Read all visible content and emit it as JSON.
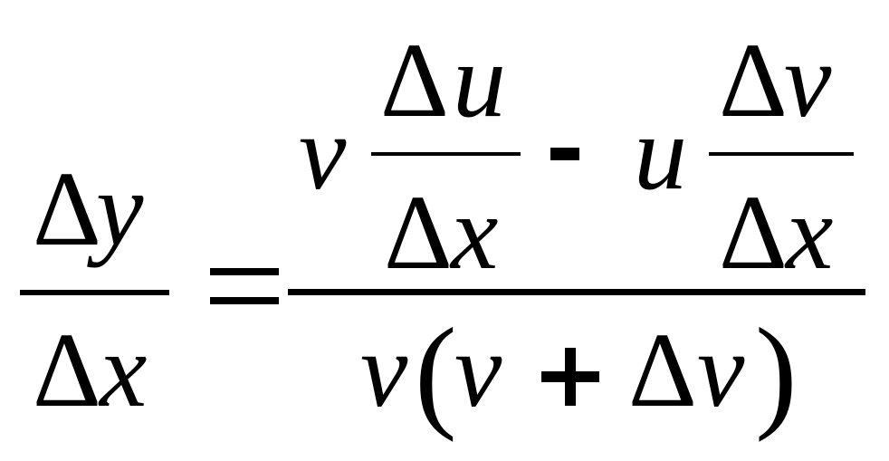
{
  "equation": {
    "lhs": {
      "numerator": {
        "delta": "Δ",
        "var": "y"
      },
      "denominator": {
        "delta": "Δ",
        "var": "x"
      }
    },
    "equals": "=",
    "rhs": {
      "numerator": {
        "term1": {
          "coef": "v",
          "frac_num": {
            "delta": "Δ",
            "var": "u"
          },
          "frac_den": {
            "delta": "Δ",
            "var": "x"
          }
        },
        "minus": "-",
        "term2": {
          "coef": "u",
          "frac_num": {
            "delta": "Δ",
            "var": "v"
          },
          "frac_den": {
            "delta": "Δ",
            "var": "x"
          }
        }
      },
      "denominator": {
        "v1": "v",
        "open_paren": "(",
        "v2": "v",
        "plus": "+",
        "delta": "Δ",
        "v3": "v",
        "close_paren": ")"
      }
    }
  }
}
